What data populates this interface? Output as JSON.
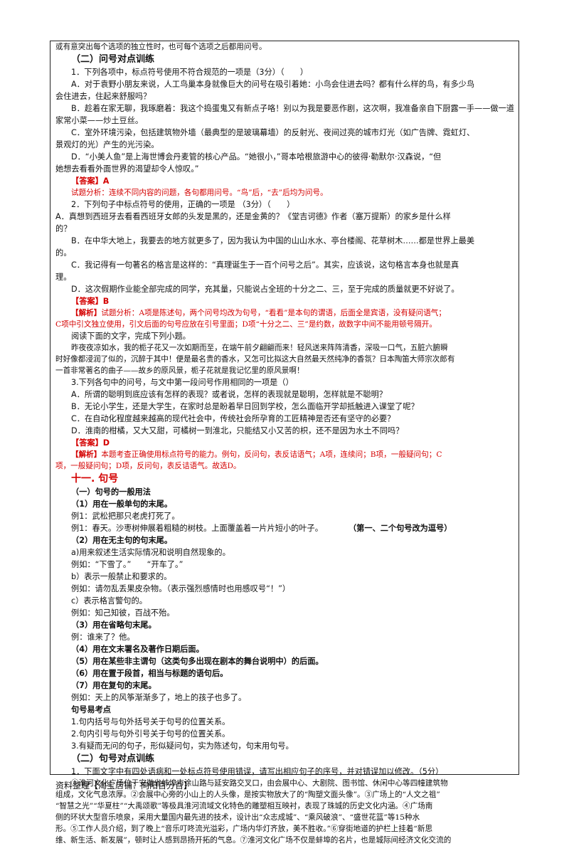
{
  "top_line": "或有意突出每个选项的独立性时，也可每个选项之后都用问号。",
  "sec2_title": "（二）问号对点训练",
  "q1": {
    "stem": "1．下列各项中，标点符号使用不符合规范的一项是（3分）（　　）",
    "a1": "A．对于袁野小朋友来说，人工鸟巢本身就像巨大的问号在吸引着她：小鸟会住进去吗？都有什么样的鸟，有多少鸟",
    "a2": "会住进去，住起来舒服吗？",
    "b1": "B．趁着在家无聊，我琢磨着：我这个捣蛋鬼又有新点子咯！别以为我是要恶作剧，这次啊，我准备亲自下厨露一手——做一道",
    "b2": "家常小菜——炒土豆丝。",
    "c1": "C．室外环境污染，包括建筑物外墙（最典型的是玻璃幕墙）的反射光、夜间过亮的城市灯光（如广告牌、霓虹灯、",
    "c2": "景观灯的光）产生的光污染。",
    "d1": "D．“小美人鱼”是上海世博会丹麦管的核心产品。“她很小，”哥本哈根旅游中心的彼得·勒默尔·汉森说，“但",
    "d2": "她想去看看外面世界的渴望却令人惊叹。”",
    "answer": "【答案】A",
    "analysis": "试题分析：连续不同内容的问题，各句都用问号。“鸟”后，“去”后均为问号。"
  },
  "q2": {
    "stem": "2．下列句子中标点符号的使用，正确的一项是 （3分）（　　）",
    "a1": "A．真想到西班牙去看看西班牙女郎的头发是黑的，还是金黄的？《堂吉诃德》作者（塞万提斯）的家乡是什么样",
    "a2": "的？",
    "b1": "B．在中华大地上，我要去的地方就更多了，因为我认为中国的山山水水、亭台楼阁、花草树木……都是世界上最美",
    "b2": "的。",
    "c1": "C．我记得有一句著名的格言是这样的：“真理诞生于一百个问号之后”。其实，应该说，这句格言本身也就是真",
    "c2": "理。",
    "d1": "D．这次假期作业能全部完成的同学，充其量，只能说占全班的十分之二、三，至于完成的质量就更不好说了。",
    "answer": "【答案】B",
    "analysis_label": "【解析】",
    "analysis1": "试题分析：A项是陈述句，两个问号均改为句号，“看看”是本句的谓语，后面全是宾语，没有疑问语气；",
    "analysis2": "C项中引文独立使用，引文后面的句号应放在引号里面；D项“十分之二、三”是约数，故数字中间不能用顿号隔开。"
  },
  "reading": {
    "intro": "阅读下面的文字，完成下列小题。",
    "p1": "昨夜夜凉如水，我的栀子花又一次如期而至，在端午前夕翩翩而来！轻风送来阵阵清香，深吸一口气，五脏六腑瞬",
    "p2": "时好像都浸润了似的，沉醉于其中！便是最名贵的香水，又怎可比拟这大自然最天然纯净的香氛？日本陶笛大师宗次郎有",
    "p3": "一首非常著名的曲子——故乡的原风景，栀子花就是我记忆里的原风景啊！"
  },
  "q3": {
    "stem": "3.下列各句中的问号，与文中第一段问号作用相同的一项是（）",
    "a": "A．所谓的聪明到底应该有怎样的表现？或者说，怎样的表现就是聪明，怎样就是不聪明？",
    "b": "B．无论小学生，还是大学生，在家时总是盼着早日回到学校，怎么面临开学却抵触进入课堂了呢？",
    "c": "C．在自动化程度越来越高的现代社会中，传统社会所孕育的工匠精神是否还有坚守的必要？",
    "d": "D．淮南的柑橘，又大又甜，可橘树一到淮北，只能结又小又苦的枳，还不是因为水土不同吗？",
    "answer": "【答案】D",
    "analysis_label": "【解析】",
    "analysis1": "本题考查正确使用标点符号的能力。例句，反问句，表反诘语气；A项，连续问；B项，一般疑问句；C",
    "analysis2": "项，一般疑问句；D项，反问句，表反诘语气。故选D。"
  },
  "sec11_title": "十一. 句号",
  "usage": {
    "title": "（一）句号的一般用法",
    "u1": "（1）用在一般单句的末尾。",
    "ex1a": "例1：武松把那只老虎打死了。",
    "ex1b": "例1：春天。沙枣树伸展着粗糙的树枝。上面覆盖着一片片短小的叶子。",
    "ex1_note": "（第一、二个句号改为逗号）",
    "u2": "（2）用在无主句的句末尾。",
    "u2a": "a)用来叙述生活实际情况和说明自然现象的。",
    "u2a_ex": "例如：“下雪了。”　　“开车了。”",
    "u2b": "b）表示一般禁止和要求的。",
    "u2b_ex": "例如：请勿乱丢果皮杂物。（表示强烈感情时也用感叹号“！”）",
    "u2c": "c）表示格言警句的。",
    "u2c_ex": "例如：知己知彼，百战不殆。",
    "u3": "（3）用在省略句末尾。",
    "u3_ex": "例：谁来了？他。",
    "u4": "（4）用在文末署名及著作日期后面。",
    "u5": "（5）用在某些非主谓句（这类句多出现在剧本的舞台说明中）的后面。",
    "u6": "（6）用在置于段首，相当与标题的语句后。",
    "u7": "（7）用在复句的末尾。",
    "u7_ex": "例如：天上的风筝渐渐多了，地上的孩子也多了。"
  },
  "points": {
    "title": "句号易考点",
    "p1": "1.句内括号与句外括号关于句号的位置关系。",
    "p2": "2.句内引号与句外引号关于句号的位置关系。",
    "p3": "3.有疑而无问的句子，形似疑问句，实为陈述句，句末用句号。"
  },
  "sec_train_title": "（二）句号对点训练",
  "q4": {
    "stem": "1．下面文字中有四处语病和一处标点符号使用错误，请写出相应句子的序号，并对错误加以修改。（5分）",
    "l1": "①淮河文化广场位于安徽省蚌埠市涂山路与延安路交叉口，由会展中心、大剧院、图书馆、休闲中心等四幢建筑物",
    "l2": "组成，文化气息浓厚。②会展中心旁的小山上的人头像，是按实物放大了的“陶塑文面头像”。③广场上的“人文之祖”",
    "l3": "“智慧之光”“华夏柱”“大禹颂歌”等极具淮河流域文化特色的雕塑相互映衬，表现了珠城的历史文化内涵。④广场南",
    "l4": "侧的环状大型音乐喷泉，采用大量国内最先进的技术，设计出“众志成城”、“乘风破浪”、“盛世花篮”等15种水",
    "l5": "形。⑤工作人员介绍，到了晚上“音乐叮咚流光溢彩，广场内华灯齐放，美不胜收。”⑥穿街地道的护栏上挂着“新思",
    "l6": "维、新生活、新发展”，顿时让人感到昂扬开拓的气息。⑦淮河文化广场不仅是蚌埠的名片，也是城际间经济文化交流的"
  },
  "footer": "资料整理【淘宝店铺：向阳百分百】"
}
